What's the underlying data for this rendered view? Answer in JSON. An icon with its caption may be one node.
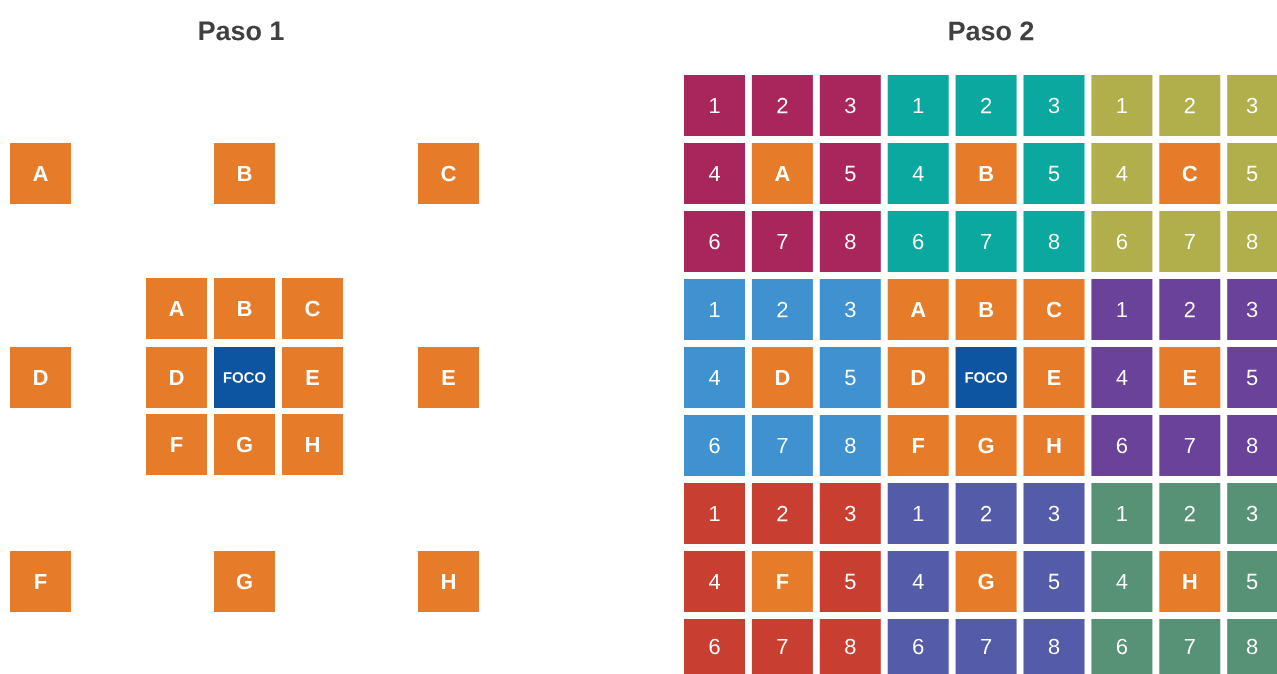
{
  "diagram": {
    "labels": [
      "Paso 1",
      "Paso 2"
    ],
    "nodes": [
      {
        "text": [
          "A"
        ]
      },
      {
        "text": [
          "B"
        ]
      },
      {
        "text": [
          "C"
        ]
      },
      {
        "text": [
          "A"
        ]
      },
      {
        "text": [
          "B"
        ]
      },
      {
        "text": [
          "C"
        ]
      },
      {
        "text": [
          "D"
        ]
      },
      {
        "text": [
          "D"
        ]
      },
      {
        "text": [
          "FOCO"
        ]
      },
      {
        "text": [
          "E"
        ]
      },
      {
        "text": [
          "E"
        ]
      },
      {
        "text": [
          "F"
        ]
      },
      {
        "text": [
          "G"
        ]
      },
      {
        "text": [
          "H"
        ]
      },
      {
        "text": [
          "F"
        ]
      },
      {
        "text": [
          "G"
        ]
      },
      {
        "text": [
          "H"
        ]
      },
      {
        "text": [
          "1"
        ]
      },
      {
        "text": [
          "2"
        ]
      },
      {
        "text": [
          "3"
        ]
      },
      {
        "text": [
          "1"
        ]
      },
      {
        "text": [
          "2"
        ]
      },
      {
        "text": [
          "3"
        ]
      },
      {
        "text": [
          "1"
        ]
      },
      {
        "text": [
          "2"
        ]
      },
      {
        "text": [
          "3"
        ]
      },
      {
        "text": [
          "4"
        ]
      },
      {
        "text": [
          "A"
        ]
      },
      {
        "text": [
          "5"
        ]
      },
      {
        "text": [
          "4"
        ]
      },
      {
        "text": [
          "B"
        ]
      },
      {
        "text": [
          "5"
        ]
      },
      {
        "text": [
          "4"
        ]
      },
      {
        "text": [
          "C"
        ]
      },
      {
        "text": [
          "5"
        ]
      },
      {
        "text": [
          "6"
        ]
      },
      {
        "text": [
          "7"
        ]
      },
      {
        "text": [
          "8"
        ]
      },
      {
        "text": [
          "6"
        ]
      },
      {
        "text": [
          "7"
        ]
      },
      {
        "text": [
          "8"
        ]
      },
      {
        "text": [
          "6"
        ]
      },
      {
        "text": [
          "7"
        ]
      },
      {
        "text": [
          "8"
        ]
      },
      {
        "text": [
          "1"
        ]
      },
      {
        "text": [
          "2"
        ]
      },
      {
        "text": [
          "3"
        ]
      },
      {
        "text": [
          "A"
        ]
      },
      {
        "text": [
          "B"
        ]
      },
      {
        "text": [
          "C"
        ]
      },
      {
        "text": [
          "1"
        ]
      },
      {
        "text": [
          "2"
        ]
      },
      {
        "text": [
          "3"
        ]
      },
      {
        "text": [
          "4"
        ]
      },
      {
        "text": [
          "D"
        ]
      },
      {
        "text": [
          "5"
        ]
      },
      {
        "text": [
          "D"
        ]
      },
      {
        "text": [
          "FOCO"
        ]
      },
      {
        "text": [
          "E"
        ]
      },
      {
        "text": [
          "4"
        ]
      },
      {
        "text": [
          "E"
        ]
      },
      {
        "text": [
          "5"
        ]
      },
      {
        "text": [
          "6"
        ]
      },
      {
        "text": [
          "7"
        ]
      },
      {
        "text": [
          "8"
        ]
      },
      {
        "text": [
          "F"
        ]
      },
      {
        "text": [
          "G"
        ]
      },
      {
        "text": [
          "H"
        ]
      },
      {
        "text": [
          "6"
        ]
      },
      {
        "text": [
          "7"
        ]
      },
      {
        "text": [
          "8"
        ]
      },
      {
        "text": [
          "1"
        ]
      },
      {
        "text": [
          "2"
        ]
      },
      {
        "text": [
          "3"
        ]
      },
      {
        "text": [
          "1"
        ]
      },
      {
        "text": [
          "2"
        ]
      },
      {
        "text": [
          "3"
        ]
      },
      {
        "text": [
          "1"
        ]
      },
      {
        "text": [
          "2"
        ]
      },
      {
        "text": [
          "3"
        ]
      },
      {
        "text": [
          "4"
        ]
      },
      {
        "text": [
          "F"
        ]
      },
      {
        "text": [
          "5"
        ]
      },
      {
        "text": [
          "4"
        ]
      },
      {
        "text": [
          "G"
        ]
      },
      {
        "text": [
          "5"
        ]
      },
      {
        "text": [
          "4"
        ]
      },
      {
        "text": [
          "H"
        ]
      },
      {
        "text": [
          "5"
        ]
      },
      {
        "text": [
          "6"
        ]
      },
      {
        "text": [
          "7"
        ]
      },
      {
        "text": [
          "8"
        ]
      },
      {
        "text": [
          "6"
        ]
      },
      {
        "text": [
          "7"
        ]
      },
      {
        "text": [
          "8"
        ]
      },
      {
        "text": [
          "6"
        ]
      },
      {
        "text": [
          "7"
        ]
      },
      {
        "text": [
          "8"
        ]
      }
    ]
  }
}
